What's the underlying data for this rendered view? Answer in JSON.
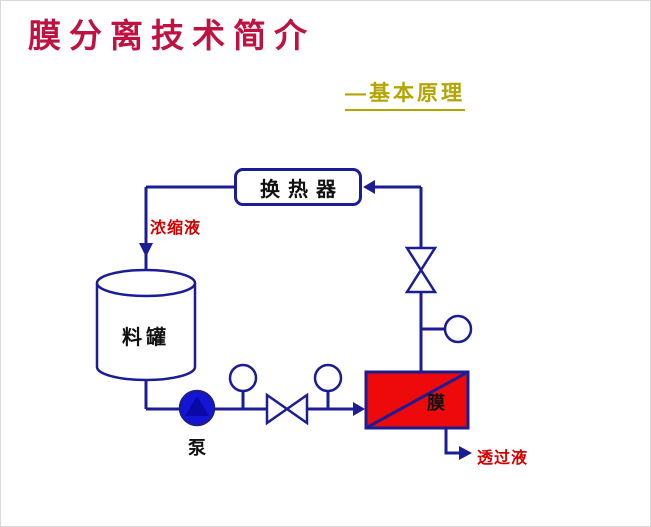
{
  "slide": {
    "title": "膜分离技术简介",
    "subtitle": "—基本原理"
  },
  "diagram": {
    "heat_exchanger_label": "换热器",
    "concentrate_label": "浓缩液",
    "tank_label": "料罐",
    "pump_label": "泵",
    "membrane_label": "膜",
    "permeate_label": "透过液"
  },
  "colors": {
    "title_red": "#c01240",
    "subtitle_gold": "#b3a602",
    "line_navy": "#1c1c96",
    "label_red": "#d40000",
    "membrane_red": "#ee0a0a",
    "pump_blue": "#1414d4"
  }
}
